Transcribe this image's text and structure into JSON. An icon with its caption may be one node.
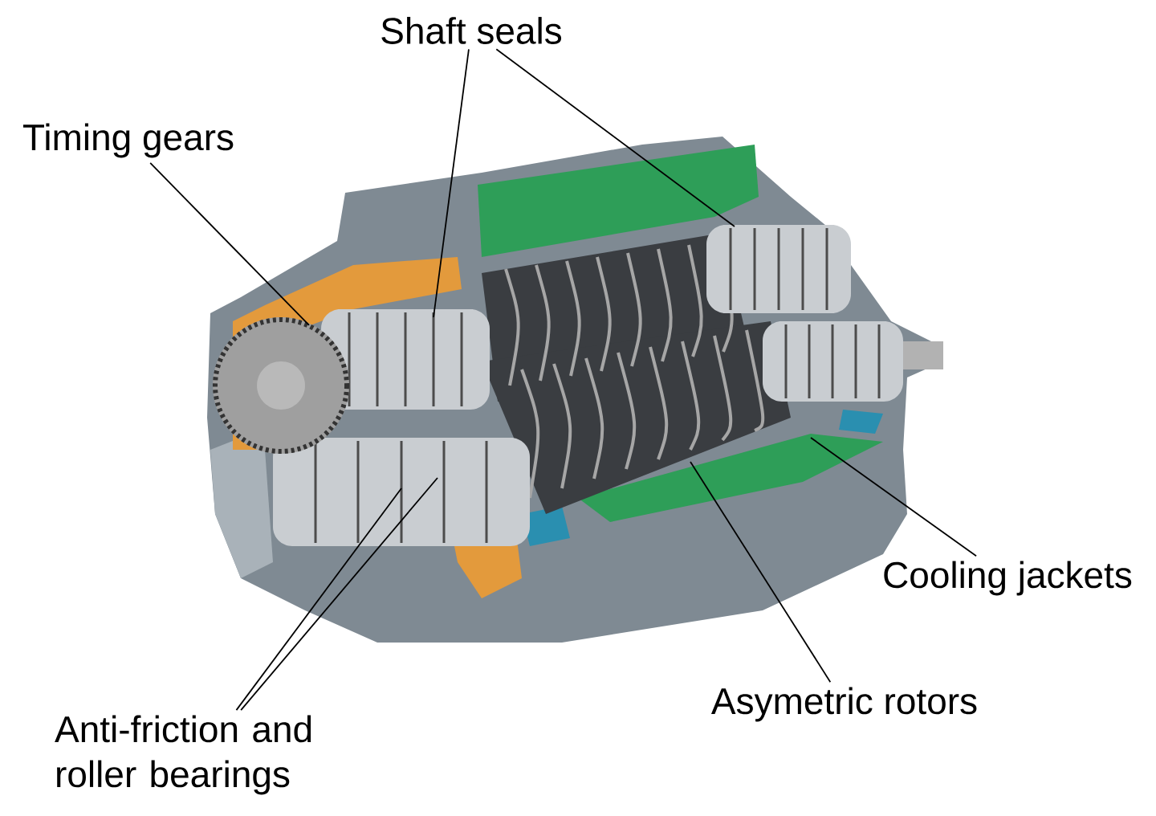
{
  "diagram": {
    "nodes": [
      {
        "text": [
          "Shaft seals"
        ]
      },
      {
        "text": [
          "Timing gears"
        ]
      },
      {
        "text": [
          "Anti-friction and roller bearings"
        ]
      },
      {
        "text": [
          "Asymetric rotors"
        ]
      },
      {
        "text": [
          "Cooling jackets"
        ]
      }
    ],
    "edges": [
      {
        "from": 0,
        "to": null,
        "arrow": "none"
      },
      {
        "from": 0,
        "to": null,
        "arrow": "none"
      },
      {
        "from": 1,
        "to": null,
        "arrow": "none"
      },
      {
        "from": 2,
        "to": null,
        "arrow": "none"
      },
      {
        "from": 2,
        "to": null,
        "arrow": "none"
      },
      {
        "from": 3,
        "to": null,
        "arrow": "none"
      },
      {
        "from": 4,
        "to": null,
        "arrow": "none"
      }
    ]
  }
}
